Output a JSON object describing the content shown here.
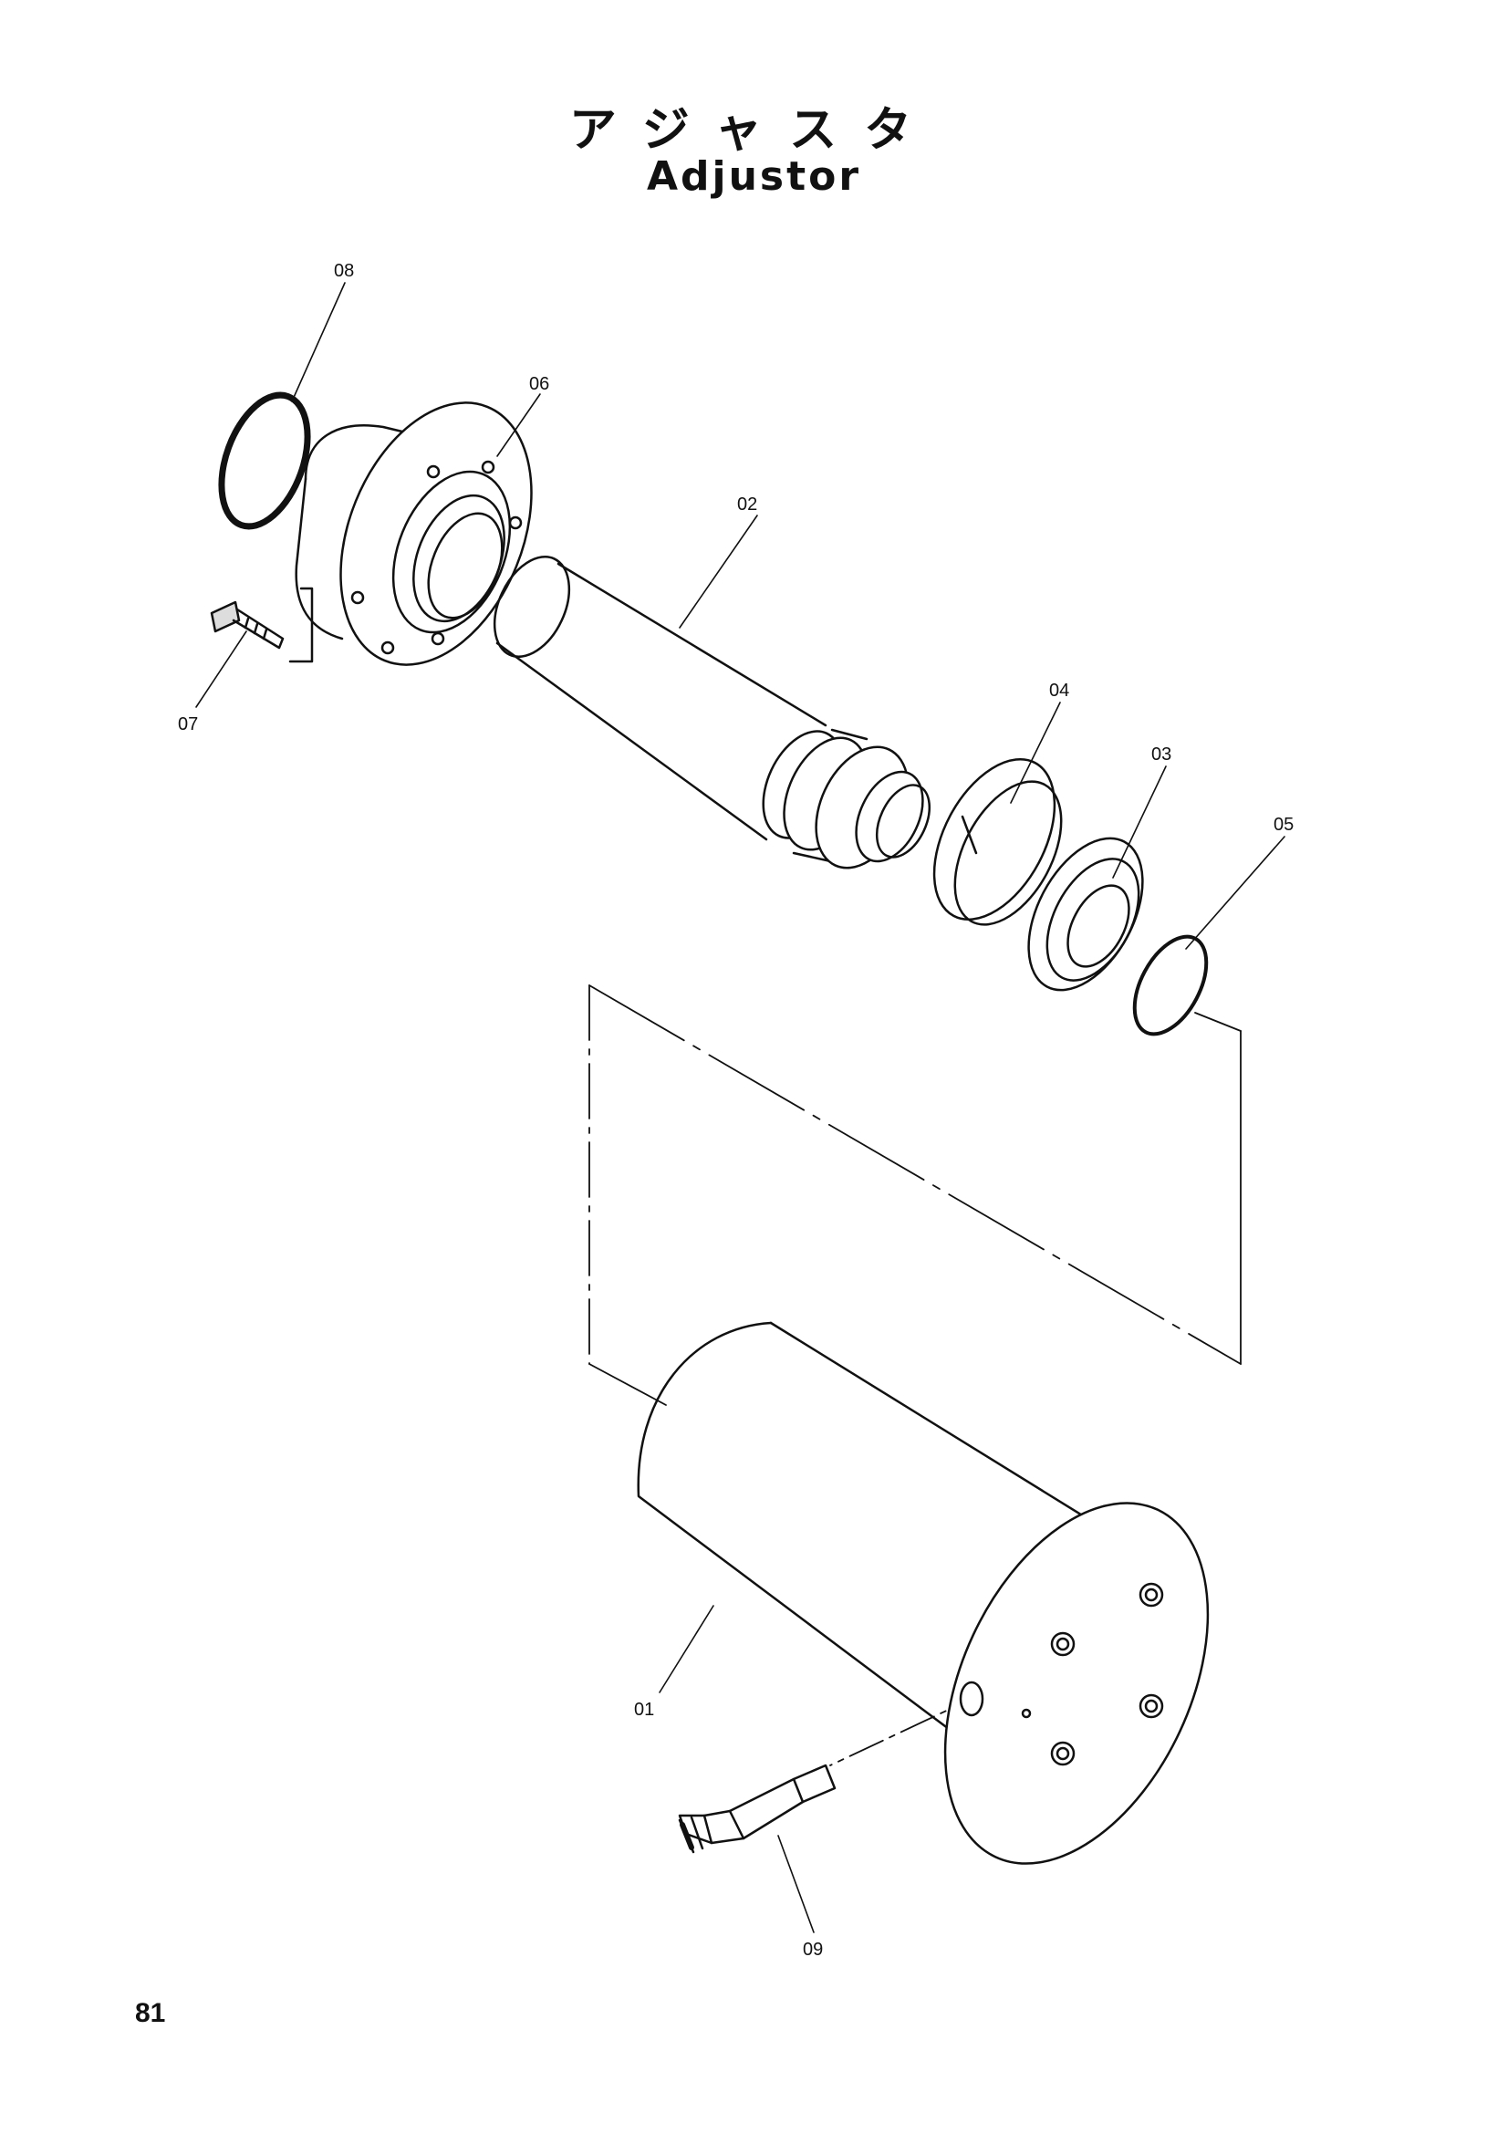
{
  "header": {
    "title_ja": "アジャスタ",
    "title_en": "Adjustor"
  },
  "footer": {
    "page_number": "81"
  },
  "diagram": {
    "callouts": [
      {
        "id": "p08",
        "label": "08"
      },
      {
        "id": "p06",
        "label": "06"
      },
      {
        "id": "p02",
        "label": "02"
      },
      {
        "id": "p07",
        "label": "07"
      },
      {
        "id": "p04",
        "label": "04"
      },
      {
        "id": "p03",
        "label": "03"
      },
      {
        "id": "p05",
        "label": "05"
      },
      {
        "id": "p01",
        "label": "01"
      },
      {
        "id": "p09",
        "label": "09"
      }
    ],
    "ink_color": "#111111",
    "paper_color": "#ffffff"
  }
}
